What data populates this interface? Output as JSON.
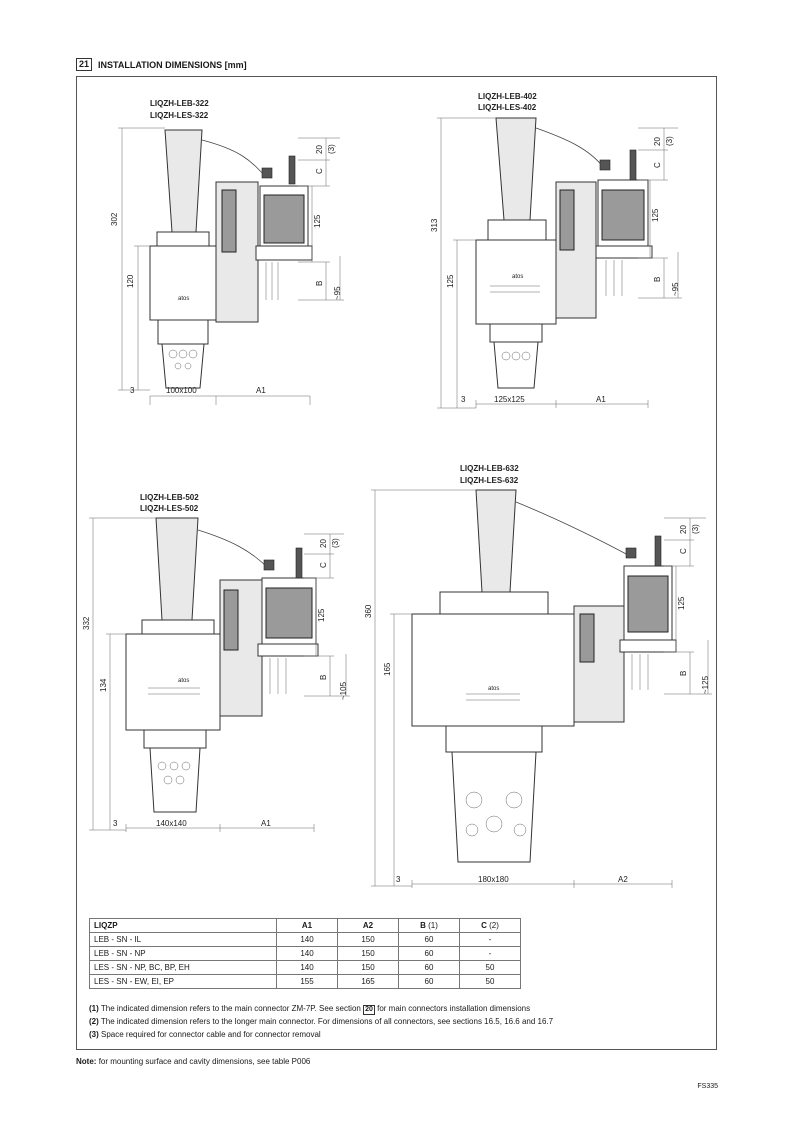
{
  "section": {
    "number": "21",
    "title": "INSTALLATION DIMENSIONS [mm]"
  },
  "drawings": [
    {
      "models": [
        "LIQZH-LEB-322",
        "LIQZH-LES-322"
      ],
      "dims": {
        "height": "302",
        "lower": "120",
        "c": "C",
        "c20": "20",
        "c3": "(3)",
        "d125": "125",
        "b": "B",
        "depth": "~95",
        "three": "3",
        "base": "100x100",
        "a1": "A1"
      }
    },
    {
      "models": [
        "LIQZH-LEB-402",
        "LIQZH-LES-402"
      ],
      "dims": {
        "height": "313",
        "lower": "125",
        "c": "C",
        "c20": "20",
        "c3": "(3)",
        "d125": "125",
        "b": "B",
        "depth": "~95",
        "three": "3",
        "base": "125x125",
        "a1": "A1"
      }
    },
    {
      "models": [
        "LIQZH-LEB-502",
        "LIQZH-LES-502"
      ],
      "dims": {
        "height": "332",
        "lower": "134",
        "c": "C",
        "c20": "20",
        "c3": "(3)",
        "d125": "125",
        "b": "B",
        "depth": "~105",
        "three": "3",
        "base": "140x140",
        "a1": "A1"
      }
    },
    {
      "models": [
        "LIQZH-LEB-632",
        "LIQZH-LES-632"
      ],
      "dims": {
        "height": "360",
        "lower": "165",
        "c": "C",
        "c20": "20",
        "c3": "(3)",
        "d125": "125",
        "b": "B",
        "depth": "~125",
        "three": "3",
        "base": "180x180",
        "a1": "A2"
      }
    }
  ],
  "table": {
    "headers": {
      "model": "LIQZP",
      "a1": "A1",
      "a2": "A2",
      "b": "B",
      "b_note": "(1)",
      "c": "C",
      "c_note": "(2)"
    },
    "rows": [
      {
        "model": "LEB - SN - IL",
        "a1": "140",
        "a2": "150",
        "b": "60",
        "c": "-"
      },
      {
        "model": "LEB - SN - NP",
        "a1": "140",
        "a2": "150",
        "b": "60",
        "c": "-"
      },
      {
        "model": "LES - SN - NP, BC, BP, EH",
        "a1": "140",
        "a2": "150",
        "b": "60",
        "c": "50"
      },
      {
        "model": "LES - SN - EW, EI, EP",
        "a1": "155",
        "a2": "165",
        "b": "60",
        "c": "50"
      }
    ]
  },
  "notes": {
    "n1_label": "(1)",
    "n1_text_a": "The indicated dimension refers to the main connector ZM-7P. See section",
    "n1_ref": "20",
    "n1_text_b": "for main connectors installation dimensions",
    "n2_label": "(2)",
    "n2_text": "The indicated dimension refers to the longer main connector. For dimensions of all connectors, see sections 16.5, 16.6 and 16.7",
    "n3_label": "(3)",
    "n3_text": "Space required for connector cable and for connector removal"
  },
  "footnote": {
    "label": "Note:",
    "text": "for mounting surface and cavity dimensions, see table P006"
  },
  "doc_code": "FS335",
  "brand_mark": "atos"
}
